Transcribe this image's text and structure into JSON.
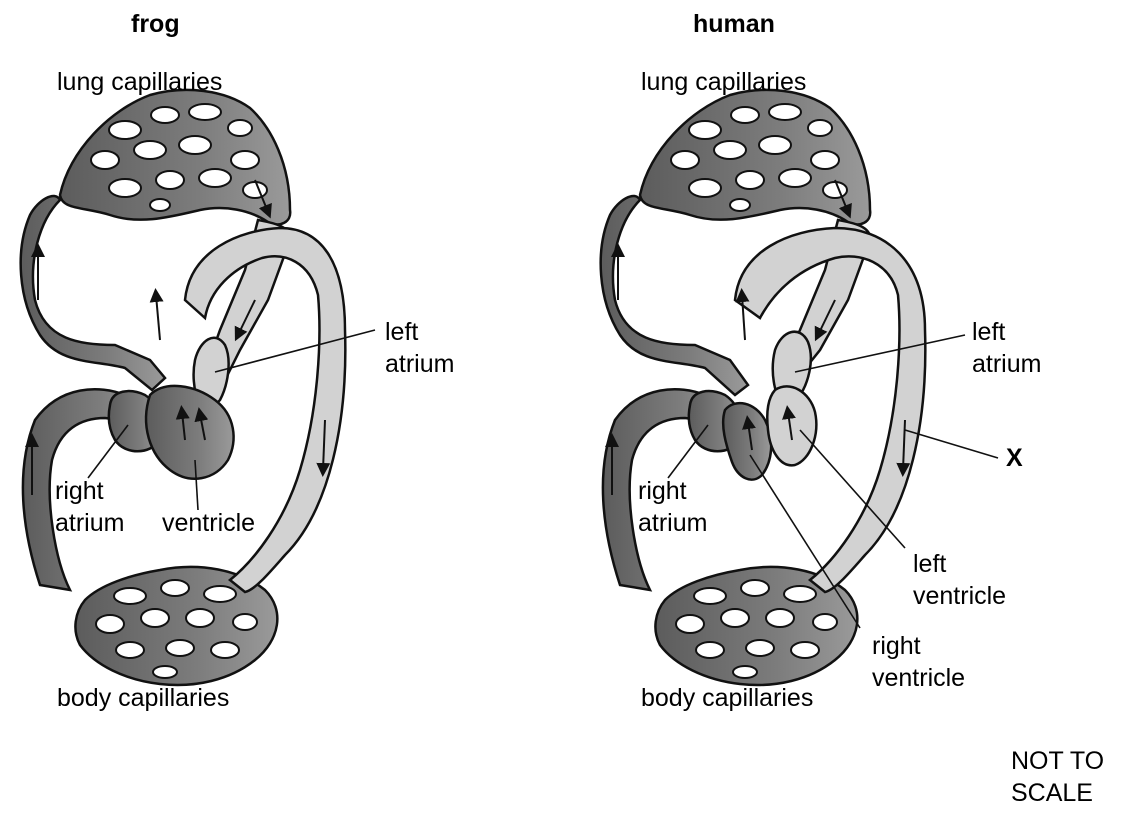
{
  "frog": {
    "title": "frog",
    "top_label": "lung capillaries",
    "bottom_label": "body capillaries",
    "left_atrium_1": "left",
    "left_atrium_2": "atrium",
    "right_atrium_1": "right",
    "right_atrium_2": "atrium",
    "ventricle": "ventricle"
  },
  "human": {
    "title": "human",
    "top_label": "lung capillaries",
    "bottom_label": "body capillaries",
    "left_atrium_1": "left",
    "left_atrium_2": "atrium",
    "right_atrium_1": "right",
    "right_atrium_2": "atrium",
    "left_ventricle_1": "left",
    "left_ventricle_2": "ventricle",
    "right_ventricle_1": "right",
    "right_ventricle_2": "ventricle",
    "vessel_x": "X"
  },
  "note_1": "NOT TO",
  "note_2": "SCALE"
}
